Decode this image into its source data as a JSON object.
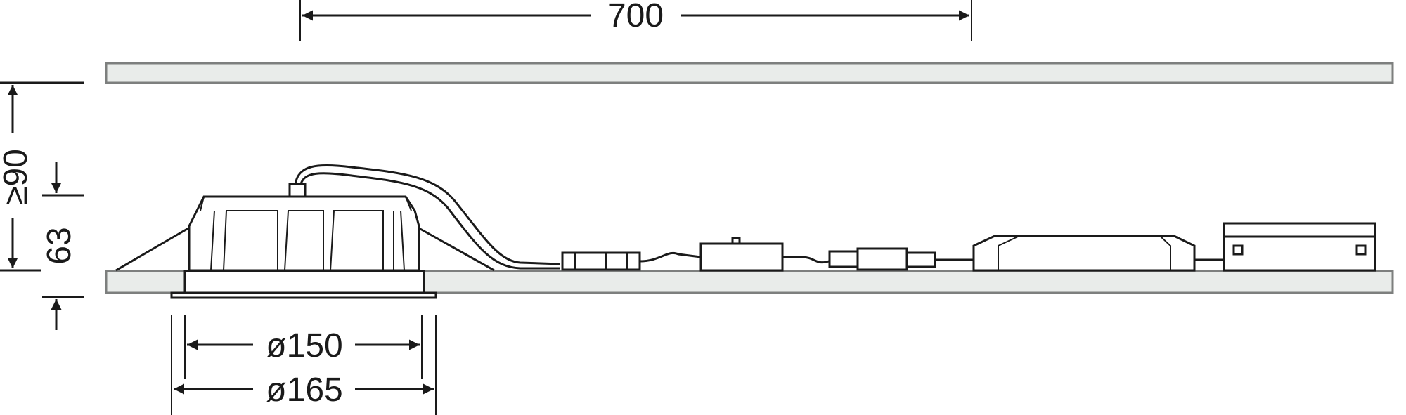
{
  "drawing": {
    "title": "Downlight installation side view",
    "dimensions": {
      "spacing": "700",
      "ceiling_void": "≥90",
      "height": "63",
      "cutout_diameter": "ø150",
      "outer_diameter": "ø165"
    },
    "colors": {
      "line": "#1a1a1a",
      "panel_fill": "#e9ecea",
      "panel_edge": "#7d7f7e"
    }
  }
}
